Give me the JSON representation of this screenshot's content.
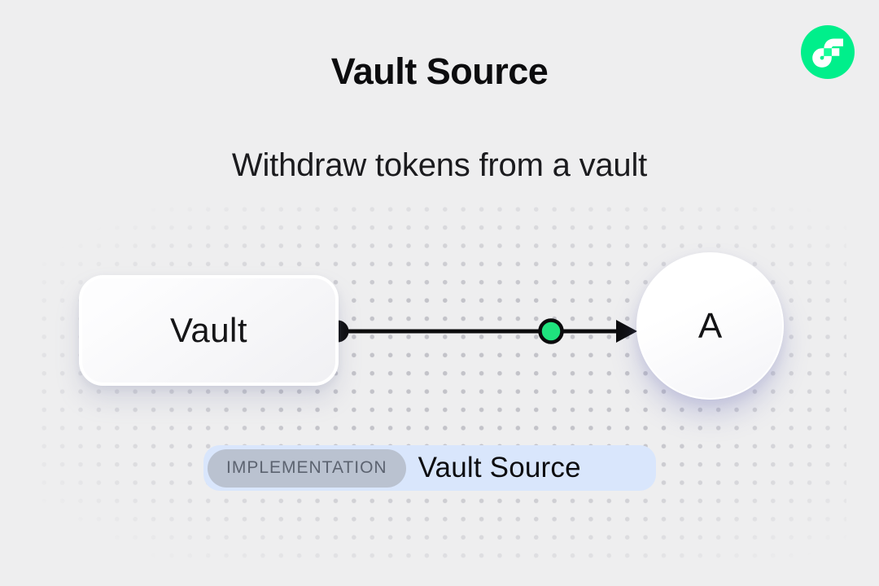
{
  "header": {
    "title": "Vault Source",
    "subtitle": "Withdraw tokens from a vault"
  },
  "brand": {
    "logo": "flow-logo",
    "logo_color": "#00EF8B",
    "logo_accent": "#16FF99"
  },
  "diagram": {
    "source_node": {
      "label": "Vault",
      "shape": "rounded-rectangle"
    },
    "target_node": {
      "label": "A",
      "shape": "circle"
    },
    "edge": {
      "from": "Vault",
      "to": "A",
      "line_color": "#0b0b0c",
      "marker": "green-dot",
      "marker_color": "#1fe37e"
    }
  },
  "badge": {
    "tag": "IMPLEMENTATION",
    "label": "Vault Source",
    "background": "#d9e6fc",
    "tag_background": "#bac2d0",
    "tag_text_color": "#5c6370"
  }
}
